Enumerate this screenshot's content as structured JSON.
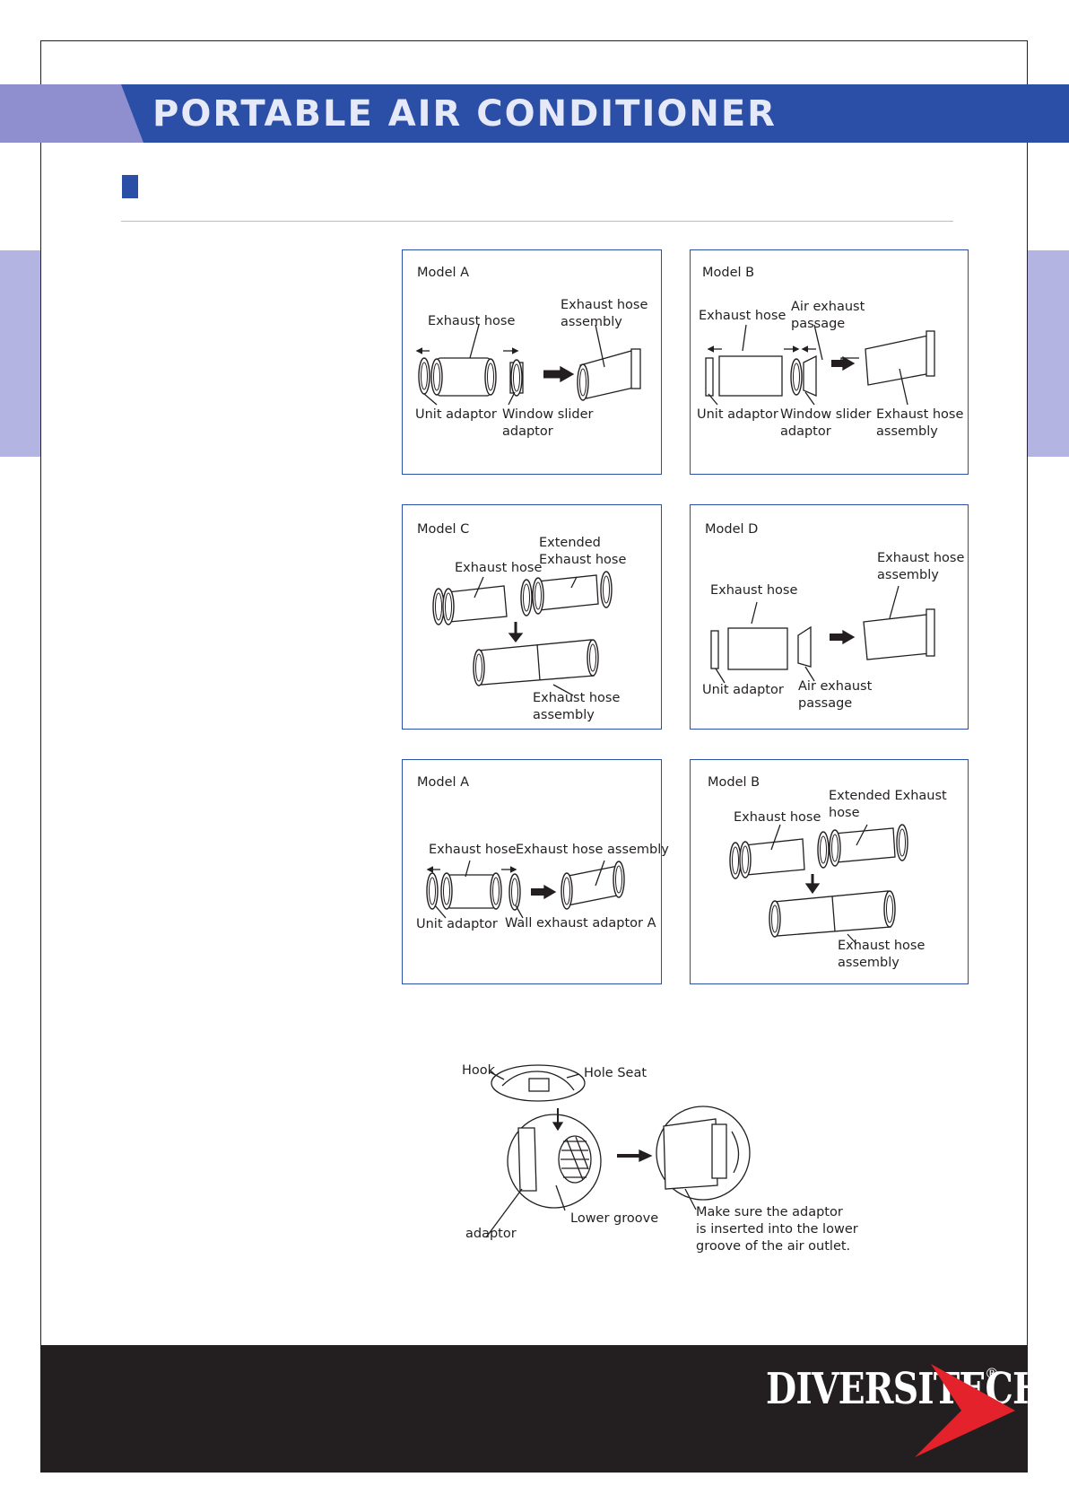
{
  "header": {
    "title": "PORTABLE AIR CONDITIONER"
  },
  "panels": [
    {
      "id": "window-model-a",
      "title": "Model A",
      "labels": [
        "Exhaust hose",
        "Exhaust hose",
        "assembly",
        "Unit adaptor",
        "Window slider",
        "adaptor"
      ]
    },
    {
      "id": "window-model-b",
      "title": "Model B",
      "labels": [
        "Exhaust hose",
        "Air exhaust",
        "passage",
        "Unit adaptor",
        "Window slider",
        "adaptor",
        "Exhaust hose",
        "assembly"
      ]
    },
    {
      "id": "window-model-c",
      "title": "Model C",
      "labels": [
        "Extended",
        "Exhaust hose",
        "Exhaust hose",
        "Exhaust hose",
        "assembly"
      ]
    },
    {
      "id": "window-model-d",
      "title": "Model D",
      "labels": [
        "Exhaust hose",
        "assembly",
        "Exhaust hose",
        "Unit adaptor",
        "Air exhaust",
        "passage"
      ]
    },
    {
      "id": "wall-model-a",
      "title": "Model A",
      "labels": [
        "Exhaust hose",
        "Exhaust hose assembly",
        "Unit adaptor",
        "Wall exhaust adaptor A"
      ]
    },
    {
      "id": "wall-model-b",
      "title": "Model B",
      "labels": [
        "Extended Exhaust",
        "hose",
        "Exhaust hose",
        "Exhaust hose",
        "assembly"
      ]
    }
  ],
  "install": {
    "hook": "Hook",
    "hole_seat": "Hole Seat",
    "adaptor": "adaptor",
    "lower_groove": "Lower groove",
    "note": [
      "Make sure the adaptor",
      "is inserted into the lower",
      "groove of the air outlet."
    ]
  },
  "footer": {
    "logo": "DIVERSITECH",
    "registered": "®",
    "brand_color": "#e4222c"
  },
  "colors": {
    "banner": "#2b4ea6",
    "banner_light": "#8f8fd0",
    "side_tab": "#b4b4e2",
    "footer": "#231f20"
  }
}
